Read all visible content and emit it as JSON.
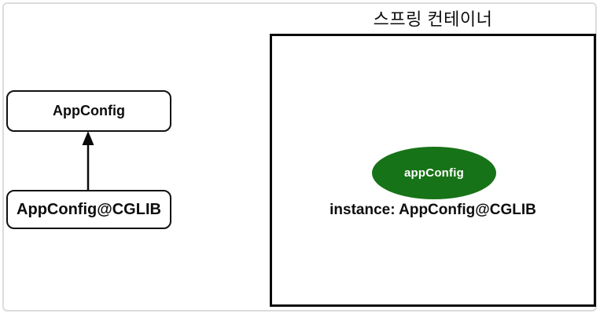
{
  "title": "스프링 컨테이너",
  "hierarchy": {
    "parent_class": "AppConfig",
    "child_class": "AppConfig@CGLIB",
    "relation": "child extends parent (upward arrow)"
  },
  "spring_container": {
    "bean_name": "appConfig",
    "instance_text": "instance: AppConfig@CGLIB"
  },
  "colors": {
    "bean_fill": "#177317",
    "bean_text": "#ffffff",
    "line_black": "#0a0a0a",
    "frame_gray": "#dcdcdc"
  }
}
